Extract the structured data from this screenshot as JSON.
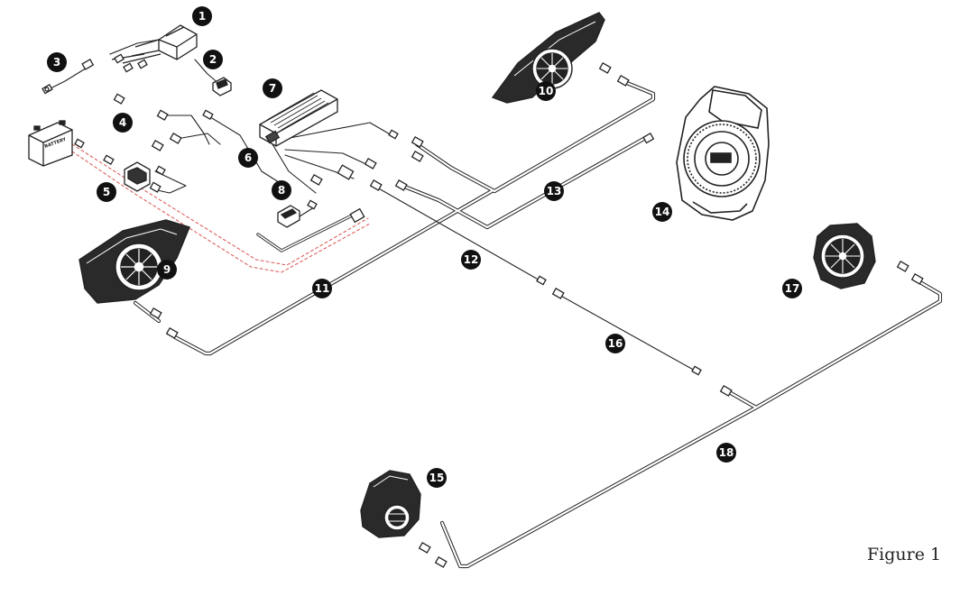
{
  "figure": {
    "caption": "Figure 1",
    "battery_label": "BATTERY"
  },
  "callouts": [
    "1",
    "2",
    "3",
    "4",
    "5",
    "6",
    "7",
    "8",
    "9",
    "10",
    "11",
    "12",
    "13",
    "14",
    "15",
    "16",
    "17",
    "18"
  ]
}
